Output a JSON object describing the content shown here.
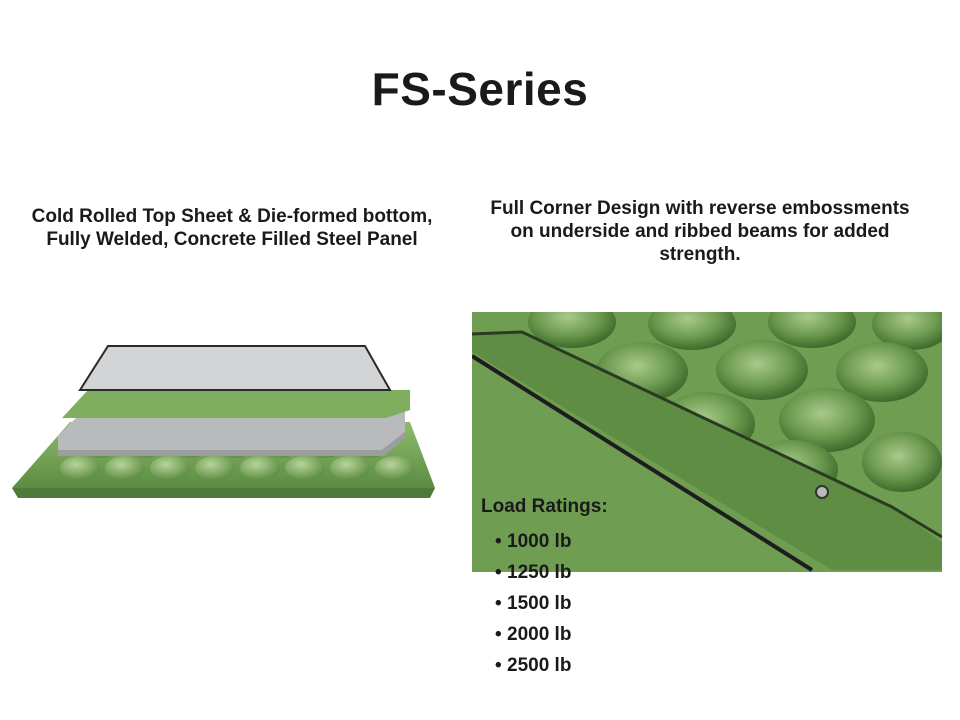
{
  "title": "FS-Series",
  "left_caption": "Cold Rolled Top Sheet & Die-formed bottom, Fully Welded, Concrete Filled Steel Panel",
  "right_caption": "Full Corner Design with reverse embossments on underside and ribbed beams for added strength.",
  "load_ratings": {
    "heading": "Load Ratings:",
    "items": [
      "1000 lb",
      "1250 lb",
      "1500 lb",
      "2000 lb",
      "2500 lb"
    ]
  },
  "colors": {
    "panel_green": "#7aa85e",
    "panel_green_dark": "#4f7a3a",
    "concrete": "#c9cacb"
  }
}
